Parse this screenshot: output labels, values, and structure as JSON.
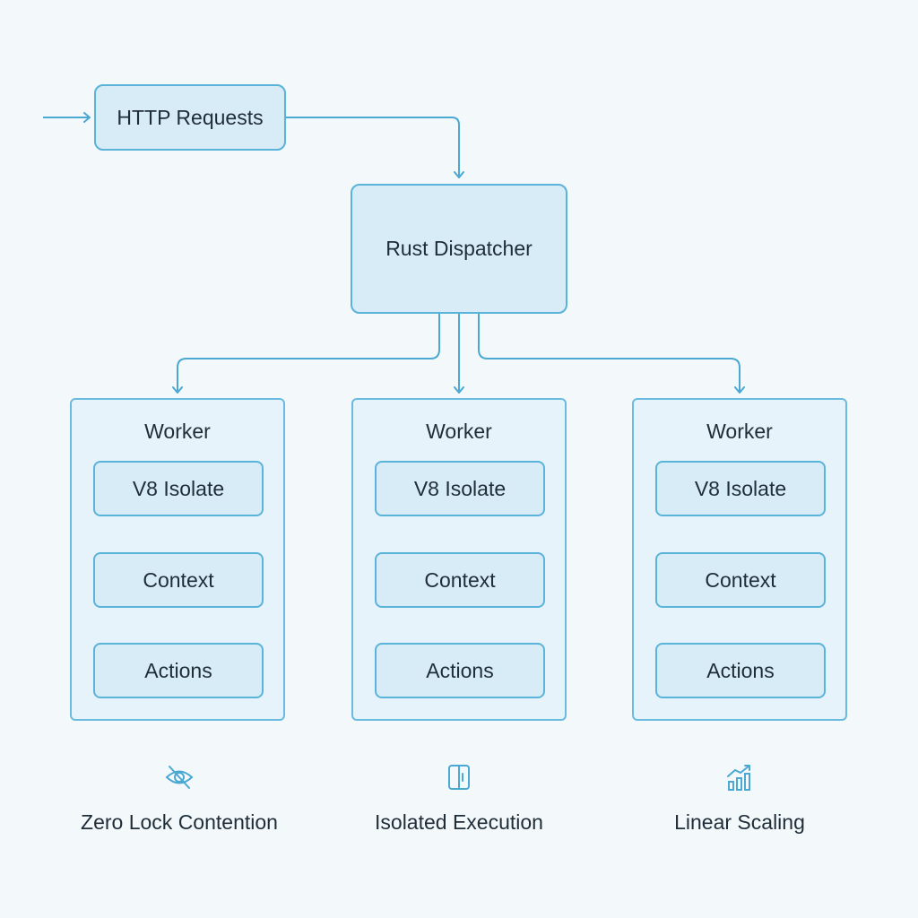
{
  "input": {
    "label": "HTTP Requests"
  },
  "dispatcher": {
    "label": "Rust Dispatcher"
  },
  "workers": [
    {
      "title": "Worker",
      "stages": [
        "V8 Isolate",
        "Context",
        "Actions"
      ]
    },
    {
      "title": "Worker",
      "stages": [
        "V8 Isolate",
        "Context",
        "Actions"
      ]
    },
    {
      "title": "Worker",
      "stages": [
        "V8 Isolate",
        "Context",
        "Actions"
      ]
    }
  ],
  "features": [
    {
      "icon": "eye-off-icon",
      "label": "Zero Lock Contention"
    },
    {
      "icon": "split-box-icon",
      "label": "Isolated Execution"
    },
    {
      "icon": "bar-chart-trend-icon",
      "label": "Linear Scaling"
    }
  ],
  "colors": {
    "background": "#f3f8fb",
    "node_fill": "#d8ecf8",
    "node_border": "#5ab3d8",
    "connector": "#4aa8d2"
  }
}
